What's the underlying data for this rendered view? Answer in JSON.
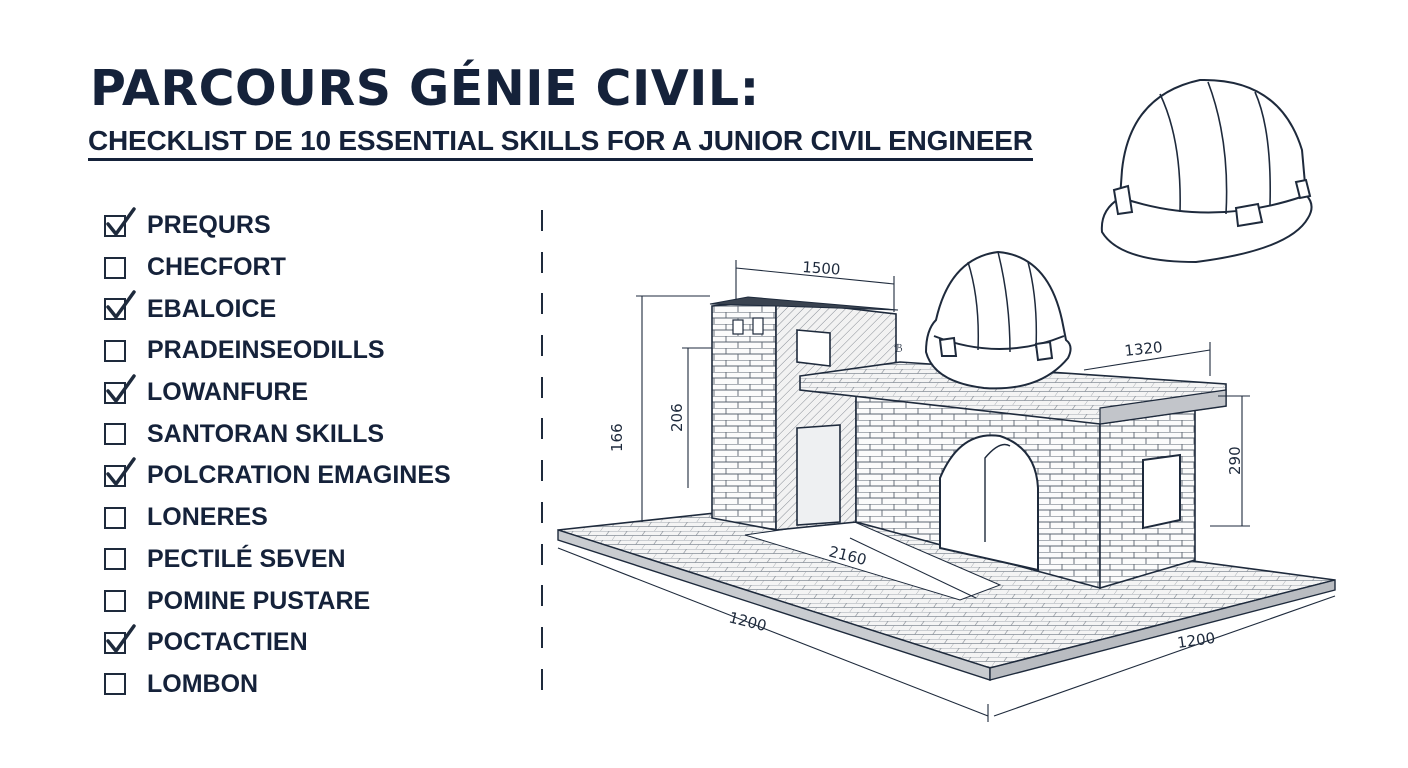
{
  "header": {
    "title": "PARCOURS GÉNIE CIVIL:",
    "subtitle": "CHECKLIST DE 10 ESSENTIAL SKILLS FOR A JUNIOR CIVIL ENGINEER"
  },
  "checklist": [
    {
      "label": "PREQURS",
      "checked": true
    },
    {
      "label": "CHECFORT",
      "checked": false
    },
    {
      "label": "EBALOICE",
      "checked": true
    },
    {
      "label": "PRADEINSEODILLS",
      "checked": false
    },
    {
      "label": "LOWANFURE",
      "checked": true
    },
    {
      "label": "SANTORAN SKILLS",
      "checked": false
    },
    {
      "label": "POLCRATION EMAGINES",
      "checked": true
    },
    {
      "label": "LONERES",
      "checked": false
    },
    {
      "label": "PECTILÉ SБVEN",
      "checked": false
    },
    {
      "label": "POMINE PUSTARE",
      "checked": false
    },
    {
      "label": "POCTACTIEN",
      "checked": true
    },
    {
      "label": "LOMBON",
      "checked": false
    }
  ],
  "drawing": {
    "dimensions": {
      "top_width": "1500",
      "right_top": "1320",
      "left_height": "166",
      "inner_height": "206",
      "right_height": "290",
      "floor_depth": "2160",
      "base_left": "1200",
      "base_right": "1200",
      "note": "ℬ"
    }
  },
  "colors": {
    "ink": "#15223a",
    "line": "#1e2a3c"
  }
}
